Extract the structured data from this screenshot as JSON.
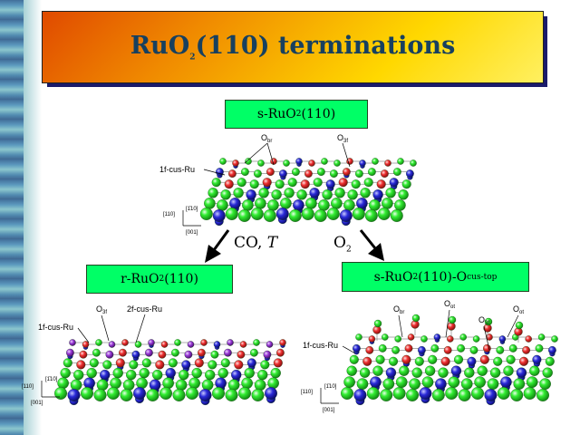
{
  "title": {
    "prefix": "RuO",
    "sub": "2",
    "suffix": "(110) terminations"
  },
  "top_label": {
    "prefix": "s-RuO",
    "sub": "2",
    "suffix": "(110)"
  },
  "left_label": {
    "prefix": "r-RuO",
    "sub": "2",
    "suffix": "(110)"
  },
  "right_label": {
    "prefix": "s-RuO",
    "sub": "2",
    "mid": "(110)-O",
    "sub2": "cus-top"
  },
  "left_arrow": {
    "text": "CO, ",
    "italic": "T"
  },
  "right_arrow": {
    "prefix": "O",
    "sub": "2"
  },
  "top_annotations": {
    "obr": "O",
    "obr_sub": "br",
    "o3f": "O",
    "o3f_sub": "3f",
    "cus": "1f-cus-Ru"
  },
  "top_axes": {
    "a": "[110]",
    "b": "[1̄10]",
    "c": "[001]"
  },
  "left_annotations": {
    "o3f": "O",
    "o3f_sub": "3f",
    "cus2": "2f-cus-Ru",
    "cus1": "1f-cus-Ru"
  },
  "left_axes": {
    "a": "[110]",
    "b": "[1̄10]",
    "c": "[001]"
  },
  "right_annotations": {
    "obr": "O",
    "obr_sub": "br",
    "oot1": "O",
    "oot1_sub": "ot",
    "o3f": "O",
    "o3f_sub": "3f",
    "oot2": "O",
    "oot2_sub": "ot",
    "cus": "1f-cus-Ru"
  },
  "right_axes": {
    "a": "[110]",
    "b": "[1̄10]",
    "c": "[001]"
  },
  "colors": {
    "oxygen": "#33ee33",
    "ruthenium": "#2a2ad8",
    "oxygen_top": "#ee3030",
    "cus_site": "#9a3ad8"
  }
}
